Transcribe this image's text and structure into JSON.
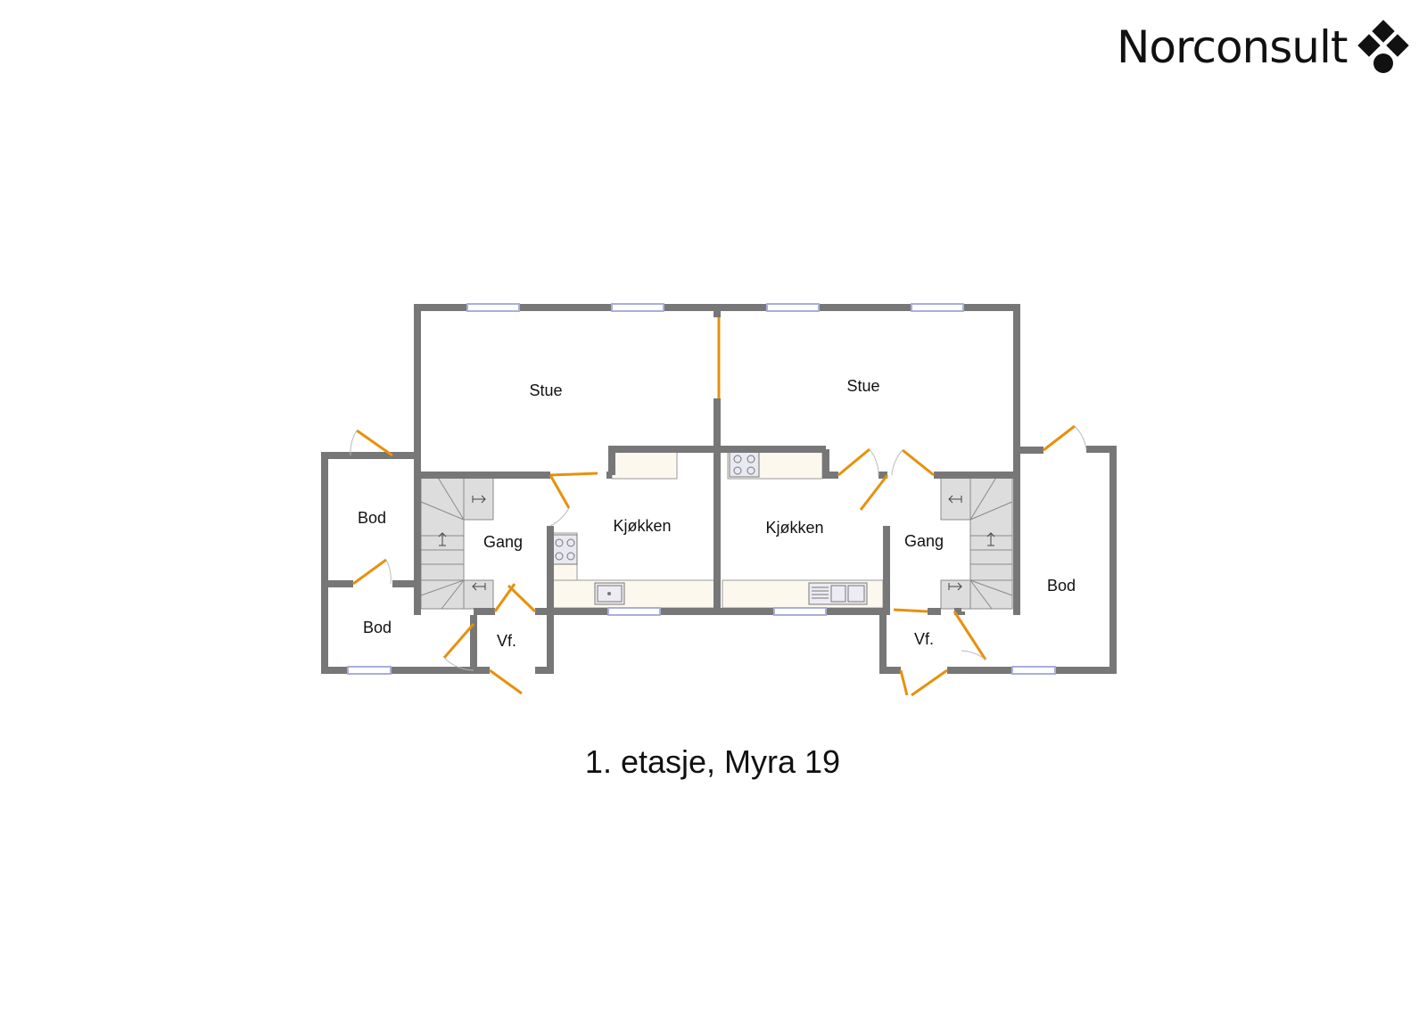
{
  "brand": {
    "name": "Norconsult"
  },
  "caption": "1. etasje, Myra 19",
  "rooms": {
    "stue_left": "Stue",
    "stue_right": "Stue",
    "kjokken_left": "Kjøkken",
    "kjokken_right": "Kjøkken",
    "gang_left": "Gang",
    "gang_right": "Gang",
    "bod_left_top": "Bod",
    "bod_left_bottom": "Bod",
    "bod_right": "Bod",
    "vf_left": "Vf.",
    "vf_right": "Vf."
  },
  "colors": {
    "wall": "#777777",
    "door": "#e8900c",
    "window": "#a9aede",
    "counter": "#fdf8ee",
    "stair": "#dddddd"
  }
}
